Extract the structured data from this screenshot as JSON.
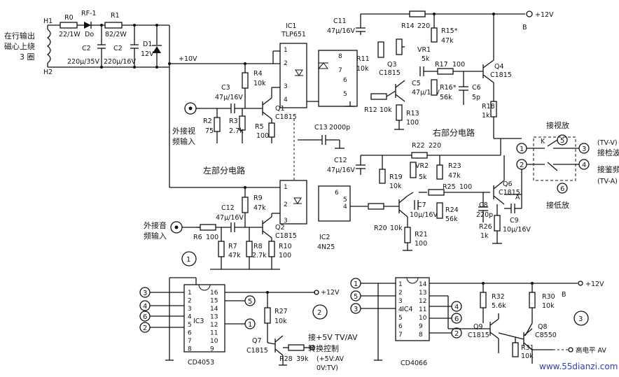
{
  "left_top": {
    "h1": "H1",
    "h2": "H2",
    "coil_label": [
      "在行输出",
      "磁心上绕",
      "3 圈"
    ],
    "rf1": "RF-1",
    "r1": "R1",
    "r0": "R0",
    "r0_val": "22/1W",
    "d0": "Do",
    "r1_val": "82/2W",
    "d1": "D1",
    "d1_val": "12V",
    "c2a": "C2",
    "c2a_val": "220μ/35V",
    "c2b": "C2",
    "c2b_val": "220μ/16V",
    "plus10v": "+10V"
  },
  "video": {
    "ic1": "IC1",
    "ic1_part": "TLP651",
    "c3": "C3",
    "c3_val": "47μ/16V",
    "r4": "R4",
    "r4_val": "10k",
    "q1": "Q1",
    "q1_part": "C1815",
    "r2": "R2",
    "r2_val": "75",
    "r3": "R3",
    "r3_val": "2.7k",
    "r5": "R5",
    "r5_val": "100",
    "input_label": [
      "外接视",
      "频输入"
    ],
    "c13": "C13",
    "c13_val": "2000p",
    "c11": "C11",
    "c11_val": "47μ/16V",
    "r14": "R14",
    "r14_val": "220",
    "r15": "R15*",
    "r15_val": "47k",
    "vr1": "VR1",
    "vr1_val": "5k",
    "r11": "R11",
    "r11_val": "10k",
    "q3": "Q3",
    "q3_part": "C1815",
    "c5": "C5",
    "c5_val": "47μ/16V",
    "r17": "R17",
    "r17_val": "100",
    "q4": "Q4",
    "q4_part": "C1815",
    "r16": "R16*",
    "r16_val": "56k",
    "c6": "C6",
    "c6_val": "5p",
    "r18": "R18",
    "r18_val": "1k",
    "r12": "R12",
    "r12_val": "10k",
    "r13": "R13",
    "r13_val": "100",
    "plus12v": "+12V",
    "b": "B"
  },
  "audio": {
    "left_title": "左部分电路",
    "right_title": "右部分电路",
    "r22": "R22",
    "r22_val": "220",
    "c12a": "C12",
    "c12a_val": "47μ/16V",
    "r19": "R19",
    "r19_val": "10k",
    "vr2": "VR2",
    "vr2_val": "5k",
    "r23": "R23",
    "r23_val": "47k",
    "r25": "R25",
    "r25_val": "100",
    "q6": "Q6",
    "q6_part": "C1815",
    "a": "A",
    "c12b": "C12",
    "c12b_val": "47μ/16V",
    "r9": "R9",
    "r9_val": "47k",
    "c7": "C7",
    "c7_val": "10μ/16V",
    "r24": "R24",
    "r24_val": "56k",
    "c8": "C8",
    "c8_val": "220p",
    "c9": "C9",
    "c9_val": "10μ/16V",
    "r26": "R26",
    "r26_val": "1k",
    "r20": "R20",
    "r20_val": "10k",
    "r21": "R21",
    "r21_val": "100",
    "q2": "Q2",
    "q2_part": "C1815",
    "r6": "R6",
    "r6_val": "100",
    "r7": "R7",
    "r7_val": "47k",
    "r8": "R8",
    "r8_val": "2.7k",
    "r10": "R10",
    "r10_val": "100",
    "ic2": "IC2",
    "ic2_part": "4N25",
    "input_label": [
      "外接音",
      "频输入"
    ]
  },
  "switch": {
    "k": "K",
    "to_video": "接视放",
    "to_low": "接低放",
    "to_detect": "接检波",
    "to_demod": "接鉴频",
    "tv_v": "(TV-V)",
    "tv_a": "(TV-A)"
  },
  "ic3": {
    "name": "IC3",
    "part": "CD4053",
    "pins_left": [
      "1",
      "2",
      "3",
      "4",
      "5",
      "6",
      "7",
      "8"
    ],
    "pins_right": [
      "16",
      "15",
      "14",
      "13",
      "12",
      "11",
      "10",
      "9"
    ],
    "r27": "R27",
    "r27_val": "10k",
    "q7": "Q7",
    "q7_part": "C1815",
    "r28": "R28",
    "r28_val": "39k",
    "ctrl": [
      "接+5V TV/AV",
      "转换控制",
      "(+5V:AV",
      "0V:TV)"
    ],
    "plus12v": "+12V"
  },
  "ic4": {
    "name": "IC4",
    "part": "CD4066",
    "pins_left": [
      "1",
      "2",
      "3",
      "4",
      "5",
      "6",
      "7"
    ],
    "pins_right": [
      "14",
      "13",
      "12",
      "11",
      "10",
      "9",
      "8"
    ],
    "r32": "R32",
    "r32_val": "5.6k",
    "r30": "R30",
    "r30_val": "10k",
    "q9": "Q9",
    "q9_part": "C1815",
    "q8": "Q8",
    "q8_part": "C8550",
    "r31": "R31",
    "r31_val": "10k",
    "high_level": "高电平 AV",
    "plus12v": "+12V",
    "b": "B"
  },
  "circled": [
    "1",
    "2",
    "3",
    "4",
    "5",
    "6"
  ],
  "watermark": "www.55dianzi.com"
}
